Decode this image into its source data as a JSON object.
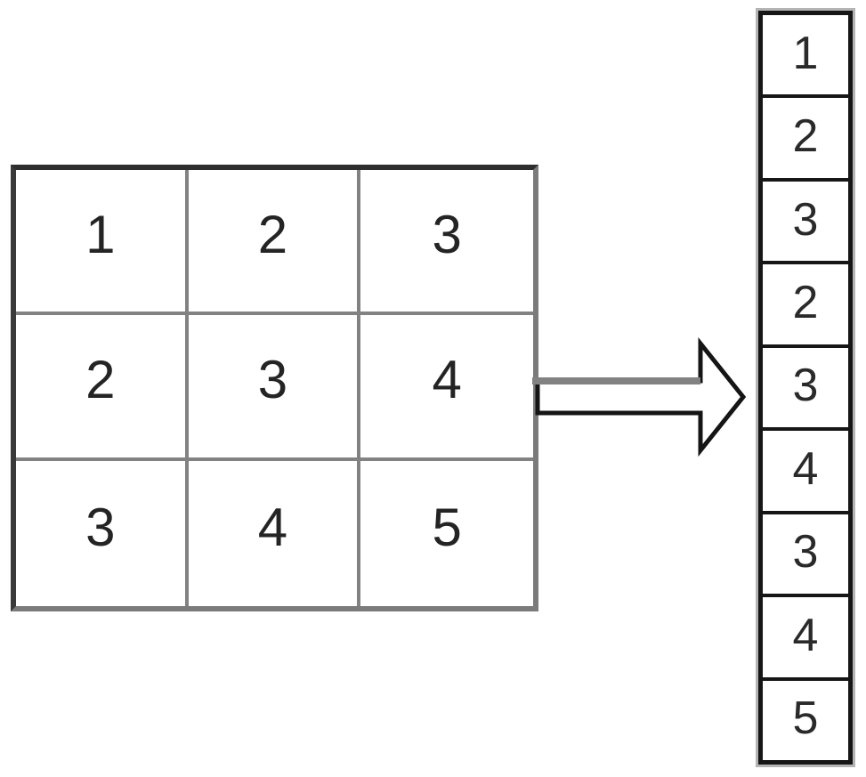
{
  "matrix": {
    "rows": [
      [
        "1",
        "2",
        "3"
      ],
      [
        "2",
        "3",
        "4"
      ],
      [
        "3",
        "4",
        "5"
      ]
    ]
  },
  "arrow": {
    "direction": "right"
  },
  "vector": {
    "values": [
      "1",
      "2",
      "3",
      "2",
      "3",
      "4",
      "3",
      "4",
      "5"
    ]
  },
  "colors": {
    "background": "#ffffff",
    "matrix_frame_dark": "#2e2e2e",
    "matrix_frame_light": "#7b7b7b",
    "matrix_grid_line": "#828282",
    "vector_border": "#161616",
    "digit_text": "#242424",
    "arrow_outline": "#151515",
    "arrow_top_edge": "#828282"
  }
}
